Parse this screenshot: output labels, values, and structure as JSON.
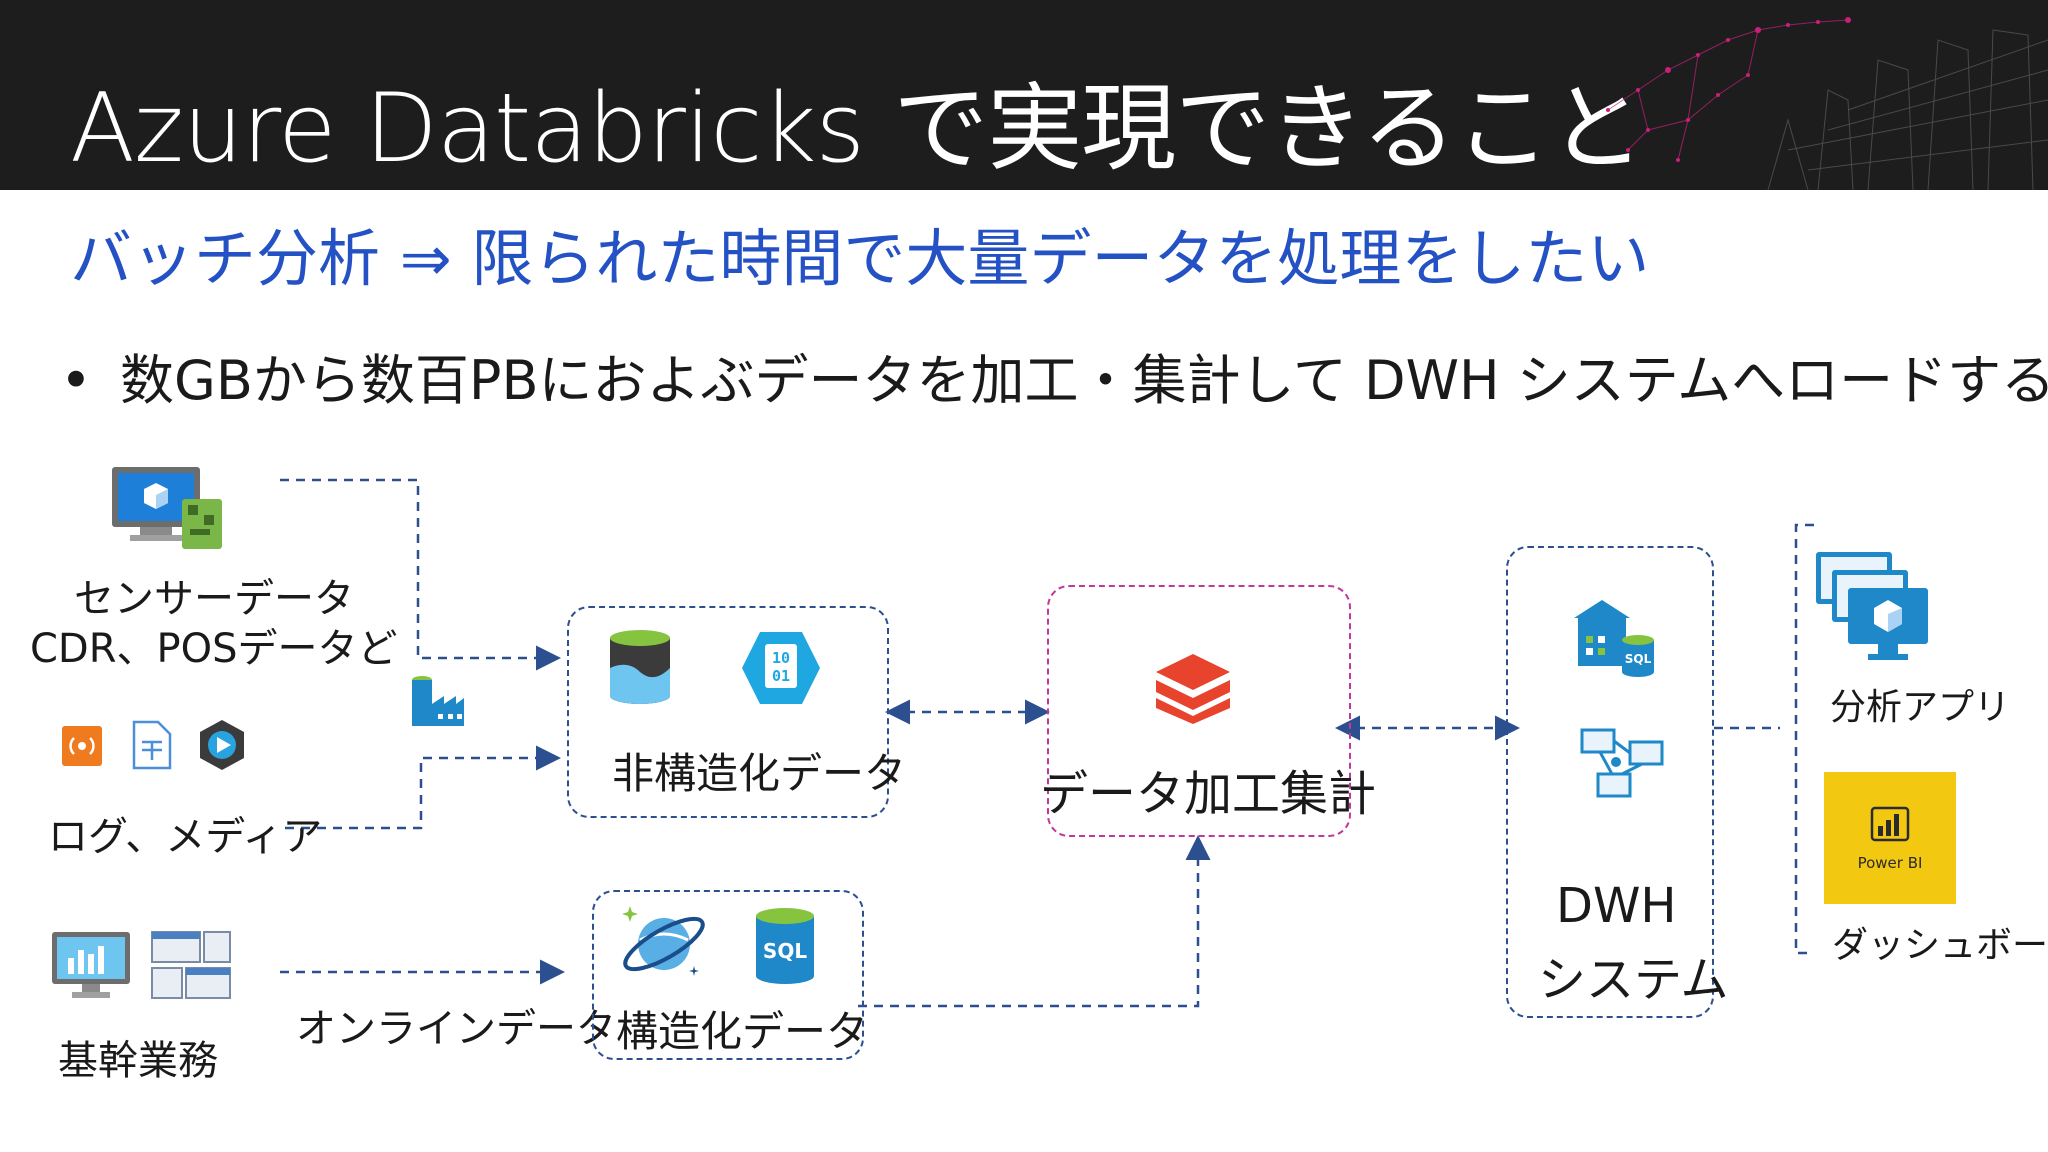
{
  "header": {
    "title": "Azure Databricks で実現できること"
  },
  "subtitle": "バッチ分析 ⇒ 限られた時間で大量データを処理をしたい",
  "bullet": "数GBから数百PBにおよぶデータを加工・集計して DWH システムへロードする",
  "sources": {
    "sensor_line1": "センサーデータ",
    "sensor_line2": "CDR、POSデータど",
    "logs": "ログ、メディア",
    "core": "基幹業務",
    "online": "オンラインデータ"
  },
  "stores": {
    "unstructured": "非構造化データ",
    "structured": "構造化データ",
    "sql_badge": "SQL",
    "binary_badge": "10\n01"
  },
  "processing": {
    "label": "データ加工集計"
  },
  "dwh": {
    "line1": "DWH",
    "line2": "システム",
    "sql_badge": "SQL"
  },
  "outputs": {
    "analytics_app": "分析アプリ",
    "dashboard": "ダッシュボード",
    "powerbi_label": "Power BI"
  },
  "colors": {
    "header_bg": "#1d1d1d",
    "subtitle": "#2452c4",
    "connector": "#2b4f8f",
    "processing_border": "#c2389a",
    "databricks_red": "#e8432d",
    "powerbi_yellow": "#f2c811"
  }
}
